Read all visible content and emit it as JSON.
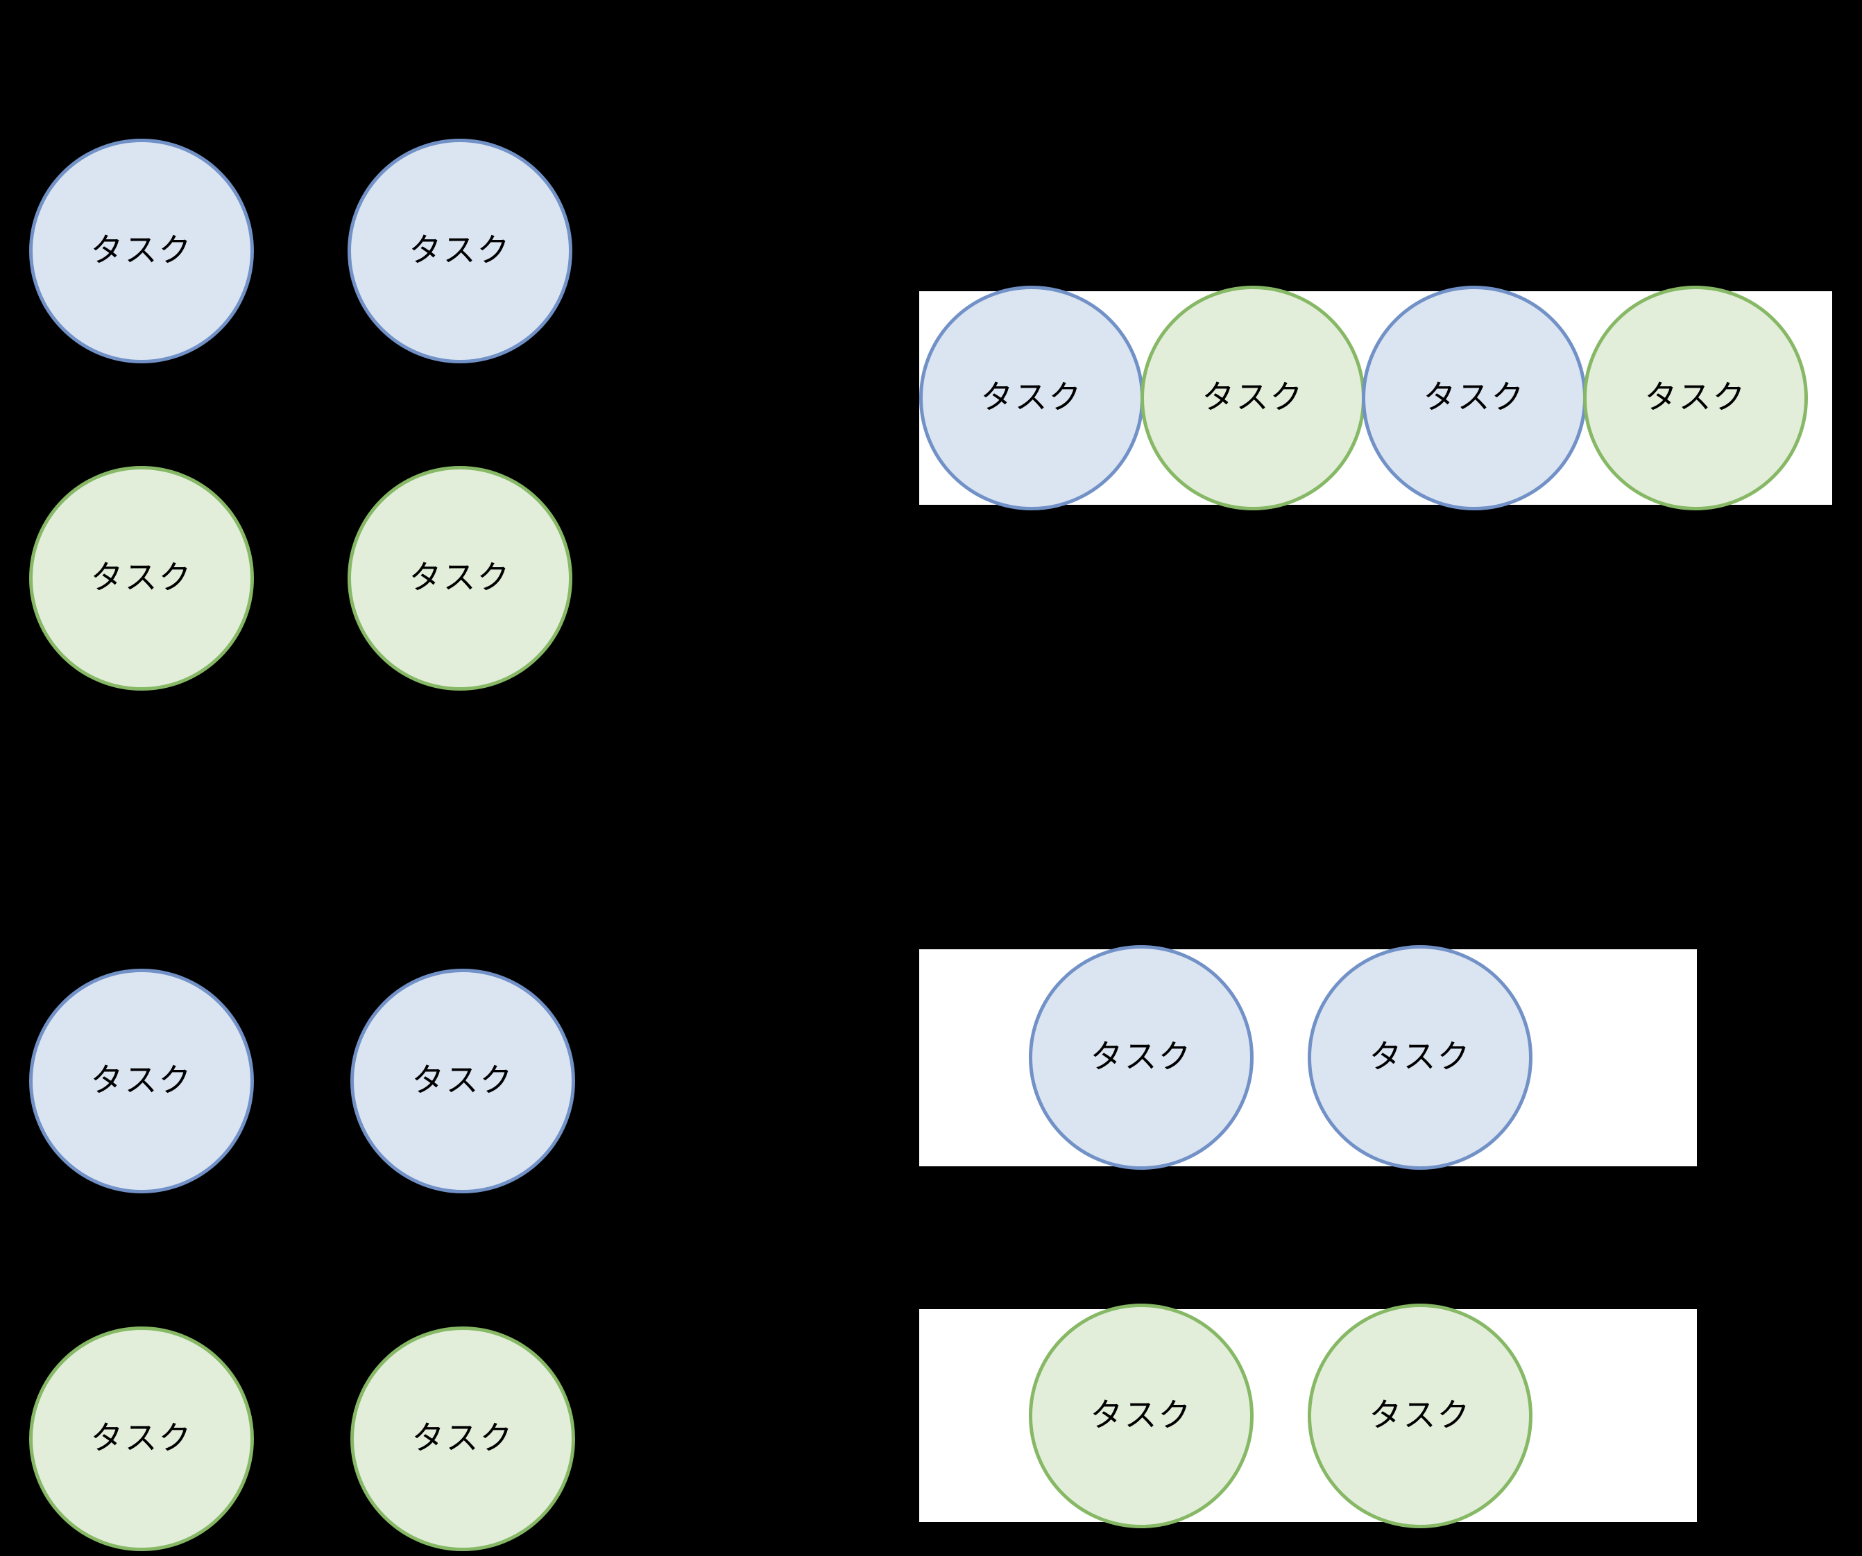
{
  "colors": {
    "background": "#000000",
    "lane_fill": "#ffffff",
    "blue_node_fill": "#dbe5f2",
    "blue_node_border": "#7191c7",
    "green_node_fill": "#e2eeda",
    "green_node_border": "#86b865",
    "label_text": "#000000"
  },
  "left_top": {
    "blue_row": [
      {
        "label": "タスク"
      },
      {
        "label": "タスク"
      }
    ],
    "green_row": [
      {
        "label": "タスク"
      },
      {
        "label": "タスク"
      }
    ]
  },
  "left_bottom": {
    "blue_row": [
      {
        "label": "タスク"
      },
      {
        "label": "タスク"
      }
    ],
    "green_row": [
      {
        "label": "タスク"
      },
      {
        "label": "タスク"
      }
    ]
  },
  "lane_top": {
    "circles": [
      {
        "color": "blue",
        "label": "タスク"
      },
      {
        "color": "green",
        "label": "タスク"
      },
      {
        "color": "blue",
        "label": "タスク"
      },
      {
        "color": "green",
        "label": "タスク"
      }
    ]
  },
  "lane_middle": {
    "circles": [
      {
        "color": "blue",
        "label": "タスク"
      },
      {
        "color": "blue",
        "label": "タスク"
      }
    ]
  },
  "lane_bottom": {
    "circles": [
      {
        "color": "green",
        "label": "タスク"
      },
      {
        "color": "green",
        "label": "タスク"
      }
    ]
  }
}
